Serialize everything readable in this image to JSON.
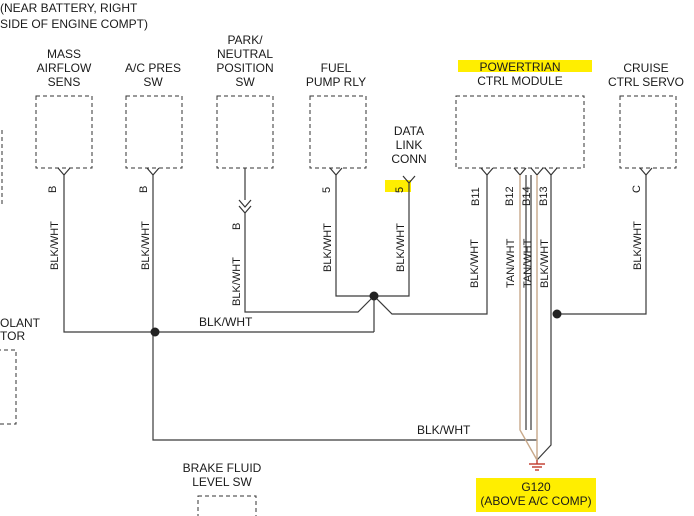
{
  "top_note": {
    "line1": "(NEAR BATTERY, RIGHT",
    "line2": "SIDE OF ENGINE COMPT)"
  },
  "components": {
    "maf": {
      "line1": "MASS",
      "line2": "AIRFLOW",
      "line3": "SENS",
      "pin": "B",
      "wire": "BLK/WHT"
    },
    "acp": {
      "line1": "A/C PRES",
      "line2": "SW",
      "pin": "B",
      "wire": "BLK/WHT"
    },
    "pnp": {
      "line1": "PARK/",
      "line2": "NEUTRAL",
      "line3": "POSITION",
      "line4": "SW",
      "pin": "B",
      "wire": "BLK/WHT"
    },
    "fuel": {
      "line1": "FUEL",
      "line2": "PUMP RLY",
      "pin": "5",
      "wire": "BLK/WHT"
    },
    "dlc": {
      "line1": "DATA",
      "line2": "LINK",
      "line3": "CONN",
      "pin": "5",
      "wire": "BLK/WHT"
    },
    "pcm": {
      "line1": "POWERTRIAN",
      "line2": "CTRL MODULE",
      "pins": [
        "B11",
        "B12",
        "B14",
        "B13"
      ],
      "wires": [
        "BLK/WHT",
        "TAN/WHT",
        "TAN/WHT",
        "BLK/WHT"
      ]
    },
    "cruise": {
      "line1": "CRUISE",
      "line2": "CTRL SERVO",
      "pin": "C",
      "wire": "BLK/WHT"
    },
    "coolant": {
      "line1": "OLANT",
      "line2": "TOR"
    },
    "brake": {
      "line1": "BRAKE FLUID",
      "line2": "LEVEL SW"
    }
  },
  "splice_wire_label": "BLK/WHT",
  "bottom_wire_label": "BLK/WHT",
  "ground": {
    "name": "G120",
    "location": "(ABOVE A/C COMP)"
  },
  "colors": {
    "highlight": "#ffee00",
    "wire": "#3a3a3a",
    "tan_wire": "#c8a98a"
  }
}
